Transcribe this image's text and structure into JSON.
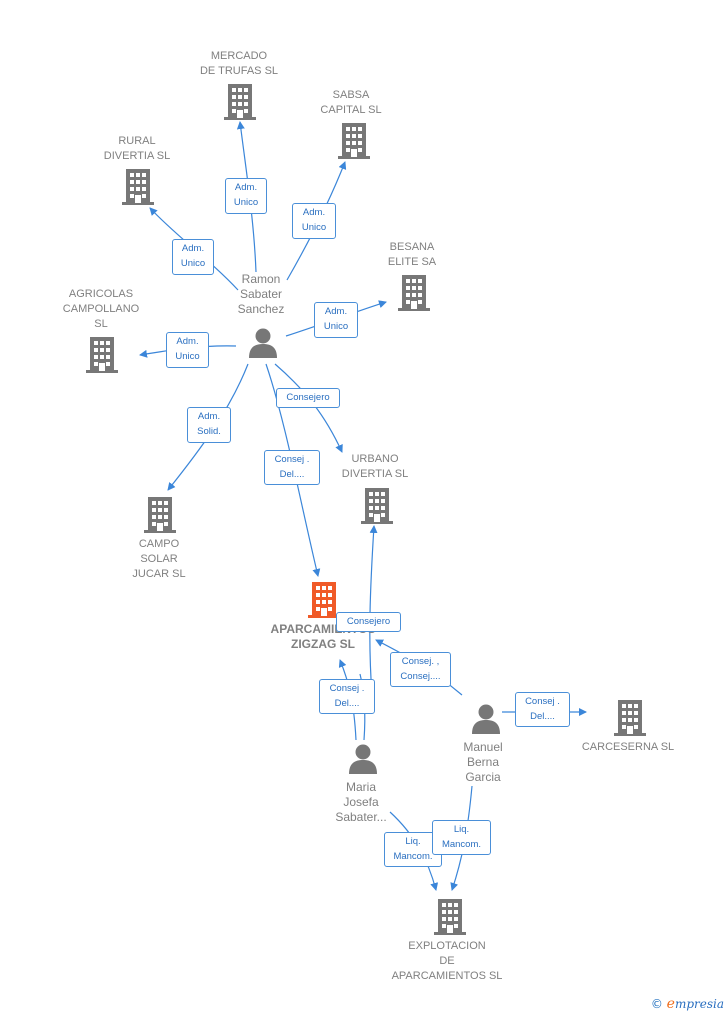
{
  "colors": {
    "edge": "#3b86d9",
    "building": "#777777",
    "building_main": "#f05a28",
    "person": "#777777"
  },
  "nodes": {
    "mercado": "MERCADO\nDE TRUFAS  SL",
    "sabsa": "SABSA\nCAPITAL  SL",
    "rural": "RURAL\nDIVERTIA SL",
    "besana": "BESANA\nELITE SA",
    "agricolas": "AGRICOLAS\nCAMPOLLANO\nSL",
    "campo": "CAMPO\nSOLAR\nJUCAR SL",
    "urbano": "URBANO\nDIVERTIA SL",
    "aparcamientos": "APARCAMIENTOS\nZIGZAG  SL",
    "carceserna": "CARCESERNA SL",
    "explotacion": "EXPLOTACION\nDE\nAPARCAMIENTOS SL",
    "ramon": "Ramon\nSabater\nSanchez",
    "manuel": "Manuel\nBerna\nGarcia",
    "maria": "Maria\nJosefa\nSabater..."
  },
  "relations": {
    "r_mercado": "Adm.\nUnico",
    "r_sabsa": "Adm.\nUnico",
    "r_rural": "Adm.\nUnico",
    "r_besana": "Adm.\nUnico",
    "r_agricolas": "Adm.\nUnico",
    "r_campo": "Adm.\nSolid.",
    "r_urbano": "Consejero",
    "r_aparc_ramon": "Consej .\nDel....",
    "r_aparc_consejero": "Consejero",
    "r_aparc_manuel": "Consej. ,\nConsej....",
    "r_aparc_maria": "Consej .\nDel....",
    "r_carceserna": "Consej .\nDel....",
    "r_explot_maria": "Liq.\nMancom.",
    "r_explot_manuel": "Liq.\nMancom."
  },
  "brand": {
    "symbol": "©",
    "initial": "e",
    "rest": "mpresia"
  }
}
